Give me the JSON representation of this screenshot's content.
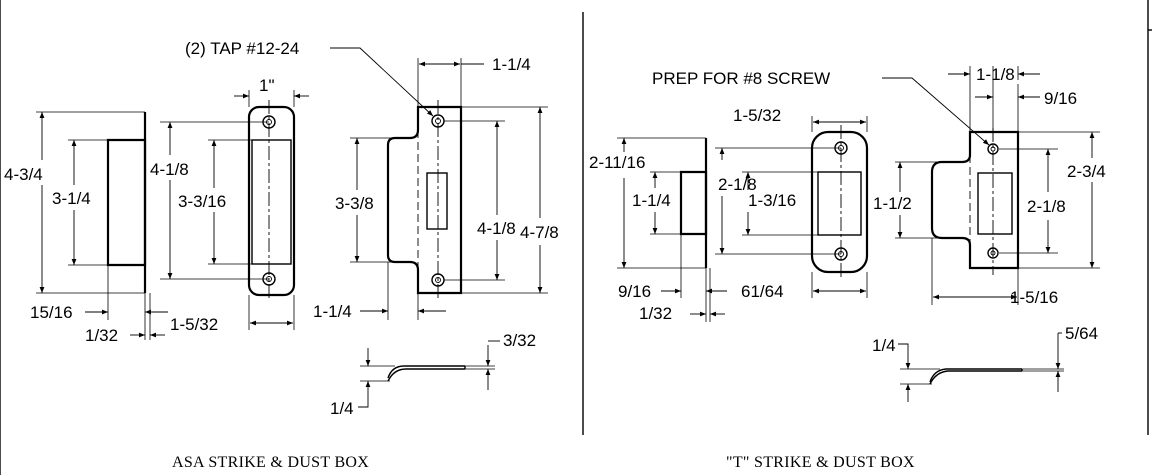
{
  "asa": {
    "caption": "ASA STRIKE & DUST BOX",
    "tap_note": "(2) TAP #12-24",
    "dims": {
      "one_inch": "1\"",
      "one_quarter_top": "1-1/4",
      "box_height": "4-3/4",
      "box_inner": "3-1/4",
      "strike_height": "4-1/8",
      "strike_slot": "3-3/16",
      "lip_height": "3-3/8",
      "hole_spacing": "4-1/8",
      "plate_height": "4-7/8",
      "box_depth": "15/16",
      "box_flange": "1/32",
      "strike_width": "1-5/32",
      "one_quarter_bottom": "1-1/4",
      "thickness": "3/32",
      "offset": "1/4"
    }
  },
  "t_strike": {
    "caption": "\"T\" STRIKE & DUST BOX",
    "prep_note": "PREP FOR #8 SCREW",
    "dims": {
      "one_eighth_top": "1-1/8",
      "nine_sixteenths_top": "9/16",
      "strike_width": "1-5/32",
      "box_height": "2-11/16",
      "slot_height": "2-1/8",
      "box_inner": "1-1/4",
      "strike_slot": "1-3/16",
      "lip_height": "1-1/2",
      "plate_height": "2-3/4",
      "hole_spacing": "2-1/8",
      "box_depth": "9/16",
      "box_flange": "1/32",
      "strike_base": "61/64",
      "plate_width": "1-5/16",
      "offset": "1/4",
      "thickness": "5/64"
    }
  }
}
